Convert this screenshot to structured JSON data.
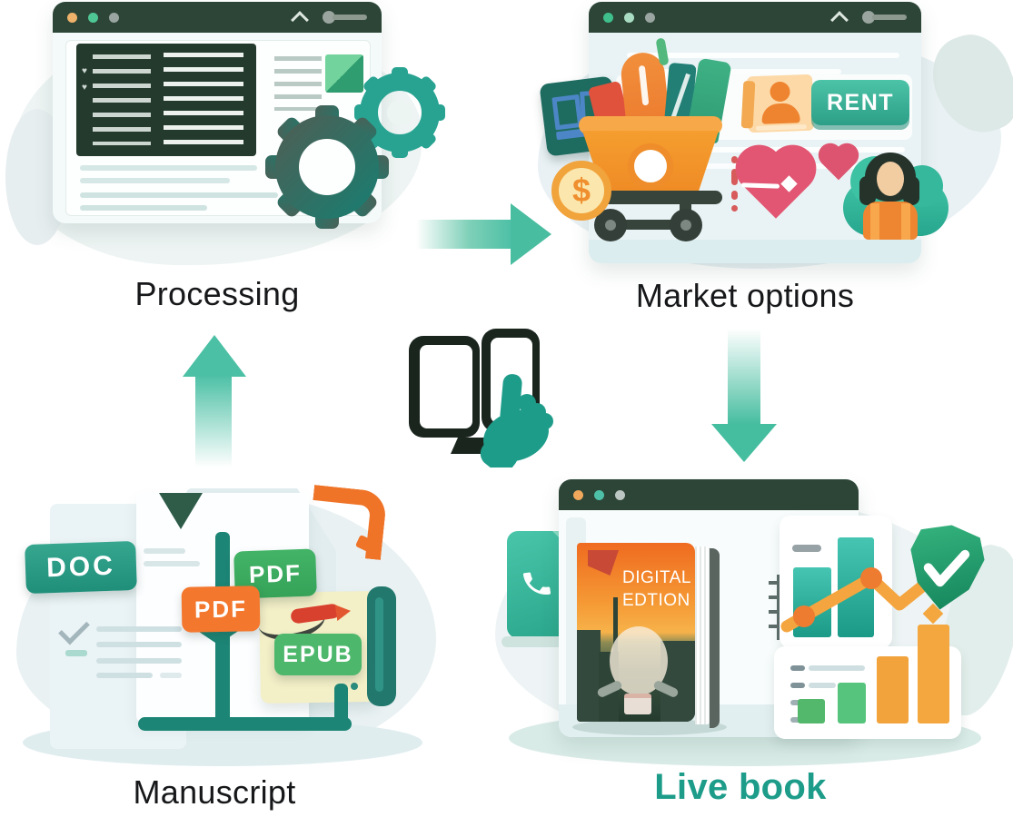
{
  "nodes": {
    "manuscript": {
      "label": "Manuscript",
      "badges": {
        "doc": "DOC",
        "pdf_top": "PDF",
        "pdf_front": "PDF",
        "epub": "EPUB"
      }
    },
    "processing": {
      "label": "Processing"
    },
    "market": {
      "label": "Market options",
      "rent_button": "RENT",
      "coin_symbol": "$"
    },
    "live_book": {
      "label": "Live book",
      "cover_title_line1": "DIGITAL",
      "cover_title_line2": "EDTION"
    }
  },
  "arrows": [
    {
      "from": "manuscript",
      "to": "processing",
      "direction": "up"
    },
    {
      "from": "processing",
      "to": "market",
      "direction": "right"
    },
    {
      "from": "market",
      "to": "live_book",
      "direction": "down"
    }
  ],
  "center_icon": "open-book-with-tap-hand",
  "icons": {
    "heart_bullet": "♥",
    "gear-icon": "two meshing gears",
    "chevron-up-icon": "chevron up",
    "shopping-cart-icon": "cart full of books",
    "dollar-coin-icon": "coin with $",
    "heart-icon": "heart",
    "avatar-icon": "woman in cloud",
    "phone-icon": "handset",
    "shield-check-icon": "shield with check",
    "open-book-icon": "open book",
    "tap-hand-icon": "tapping hand",
    "pen-icon": "red pen",
    "bookmark-ribbon-icon": "orange ribbon",
    "check-icon": "check mark"
  },
  "colors": {
    "accent_teal": "#1d9c8a",
    "arrow_teal": "#4cc0a5",
    "titlebar_green": "#2c4537",
    "panel_dark_green": "#233a2d",
    "orange": "#f19a2e",
    "deep_orange": "#f4772e",
    "badge_teal": "#2fa08a",
    "badge_green": "#44b168",
    "pink": "#e25673",
    "coin_fill": "#fbe7ad",
    "coin_ring": "#f1a33c",
    "cover_orange": "#ef6b20",
    "cover_dark_green": "#2e4637",
    "shield_green": "#1f9465",
    "cream_book": "#f3efc7",
    "label_dark": "#17181a",
    "live_book_label": "#1d9c8a"
  }
}
